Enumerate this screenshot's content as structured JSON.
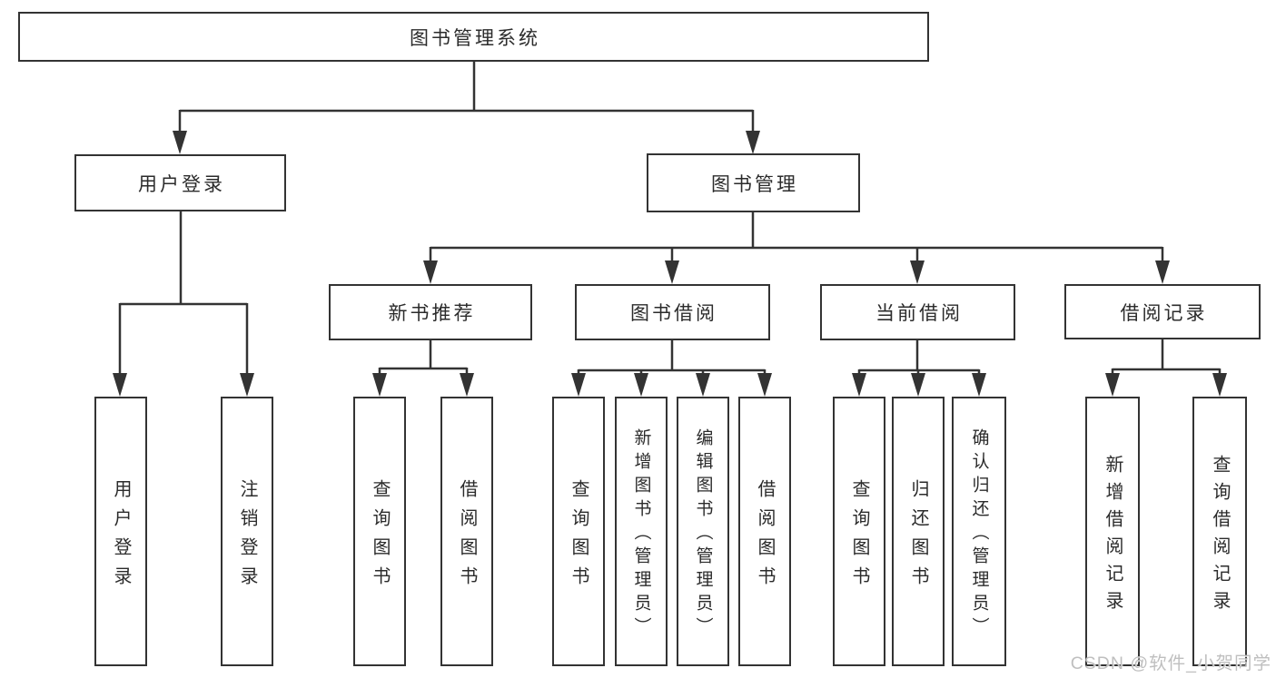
{
  "tree": {
    "root": {
      "label": "图书管理系统"
    },
    "branches": [
      {
        "label": "用户登录",
        "children": [
          {
            "label": "用户登录"
          },
          {
            "label": "注销登录"
          }
        ]
      },
      {
        "label": "图书管理",
        "sections": [
          {
            "label": "新书推荐",
            "children": [
              {
                "label": "查询图书"
              },
              {
                "label": "借阅图书"
              }
            ]
          },
          {
            "label": "图书借阅",
            "children": [
              {
                "label": "查询图书"
              },
              {
                "label": "新增图书（管理员）"
              },
              {
                "label": "编辑图书（管理员）"
              },
              {
                "label": "借阅图书"
              }
            ]
          },
          {
            "label": "当前借阅",
            "children": [
              {
                "label": "查询图书"
              },
              {
                "label": "归还图书"
              },
              {
                "label": "确认归还（管理员）"
              }
            ]
          },
          {
            "label": "借阅记录",
            "children": [
              {
                "label": "新增借阅记录"
              },
              {
                "label": "查询借阅记录"
              }
            ]
          }
        ]
      }
    ]
  },
  "watermark": {
    "text": "CSDN @软件_小贺同学"
  },
  "colors": {
    "background": "#ffffff",
    "box_border": "#333333",
    "line": "#333333",
    "text": "#2b2b2b",
    "watermark": "#bfbfbf"
  }
}
